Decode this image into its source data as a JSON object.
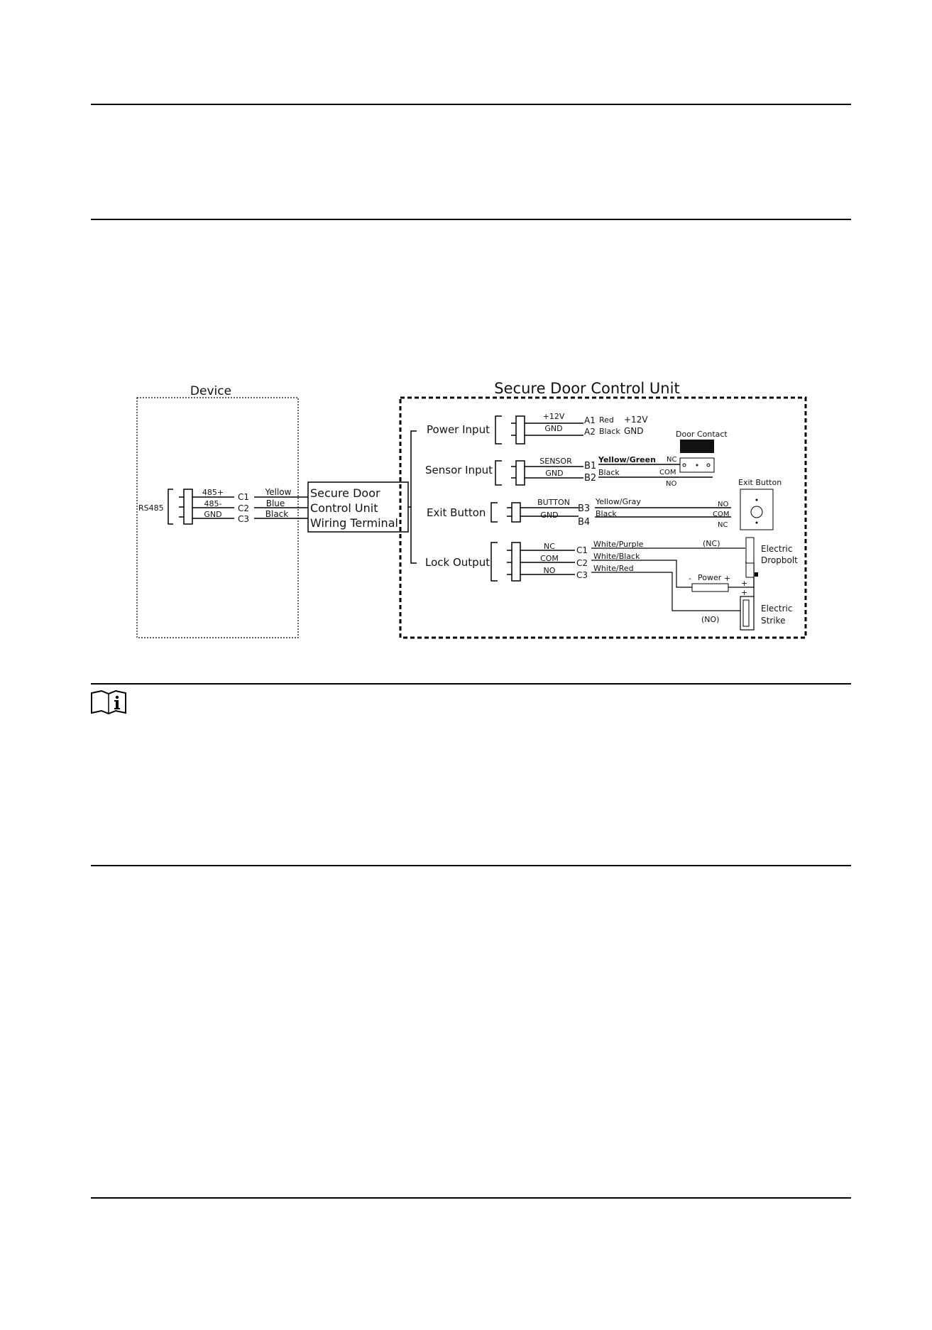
{
  "device": {
    "title": "Device",
    "port": "RS485",
    "pins": [
      {
        "signal": "485+",
        "terminal": "C1",
        "wire": "Yellow"
      },
      {
        "signal": "485-",
        "terminal": "C2",
        "wire": "Blue"
      },
      {
        "signal": "GND",
        "terminal": "C3",
        "wire": "Black"
      }
    ]
  },
  "wiring_terminal": {
    "lines": [
      "Secure Door",
      "Control Unit",
      "Wiring Terminal"
    ]
  },
  "control_unit": {
    "title": "Secure Door Control Unit",
    "power_input": {
      "label": "Power Input",
      "pins": [
        {
          "signal": "+12V",
          "terminal": "A1",
          "wire": "Red",
          "dest": "+12V"
        },
        {
          "signal": "GND",
          "terminal": "A2",
          "wire": "Black",
          "dest": "GND"
        }
      ]
    },
    "sensor_input": {
      "label": "Sensor Input",
      "pins": [
        {
          "signal": "SENSOR",
          "terminal": "B1",
          "wire": "Yellow/Green"
        },
        {
          "signal": "GND",
          "terminal": "B2",
          "wire": "Black"
        }
      ],
      "device": "Door Contact",
      "contacts": [
        "NC",
        "COM",
        "NO"
      ]
    },
    "exit_button": {
      "label": "Exit Button",
      "pins": [
        {
          "signal": "BUTTON",
          "terminal": "B3",
          "wire": "Yellow/Gray"
        },
        {
          "signal": "GND",
          "terminal": "B4",
          "wire": "Black"
        }
      ],
      "device": "Exit Button",
      "contacts": [
        "NO",
        "COM",
        "NC"
      ]
    },
    "lock_output": {
      "label": "Lock Output",
      "pins": [
        {
          "signal": "NC",
          "terminal": "C1",
          "wire": "White/Purple"
        },
        {
          "signal": "COM",
          "terminal": "C2",
          "wire": "White/Black"
        },
        {
          "signal": "NO",
          "terminal": "C3",
          "wire": "White/Red"
        }
      ],
      "nc_label": "(NC)",
      "no_label": "(NO)",
      "power_label": "Power",
      "power_minus": "-",
      "power_plus": "+",
      "dropbolt": [
        "Electric",
        "Dropbolt"
      ],
      "strike": [
        "Electric",
        "Strike"
      ]
    }
  },
  "icons": {
    "note": "info-note-icon"
  },
  "colors": {
    "line": "#000000",
    "text": "#111111"
  }
}
